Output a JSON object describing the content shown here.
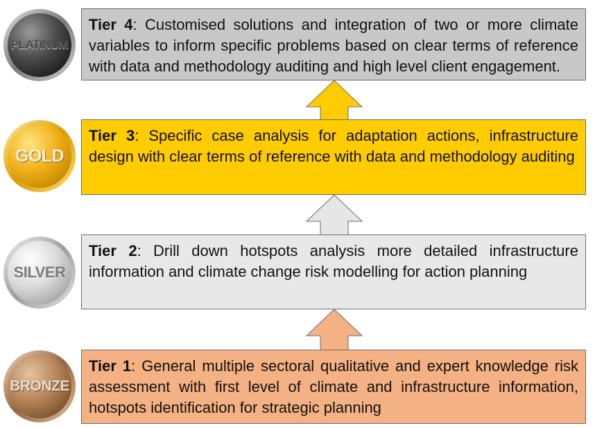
{
  "colors": {
    "tier4_fill": "#c8c8c8",
    "tier3_fill": "#ffcc00",
    "tier2_fill": "#e8e8e8",
    "tier1_fill": "#f4b183",
    "arrow_gold": "#ffcc00",
    "arrow_silver": "#e6e6e6",
    "arrow_bronze": "#f4b183"
  },
  "tiers": [
    {
      "label": "Tier 4",
      "text": ": Customised solutions and integration of two or more climate variables to inform specific problems based on clear terms of reference with data and methodology auditing and high level client engagement.",
      "medal": "PLATINUM"
    },
    {
      "label": "Tier 3",
      "text": ": Specific case analysis for adaptation actions, infrastructure design with clear terms of reference with data and methodology auditing",
      "medal": "GOLD"
    },
    {
      "label": "Tier 2",
      "text": ": Drill down hotspots analysis more detailed infrastructure information and climate change risk modelling for action planning",
      "medal": "SILVER"
    },
    {
      "label": "Tier 1",
      "text": ": General multiple sectoral qualitative and expert knowledge risk assessment with first level of  climate and infrastructure information, hotspots identification for strategic planning",
      "medal": "BRONZE"
    }
  ]
}
